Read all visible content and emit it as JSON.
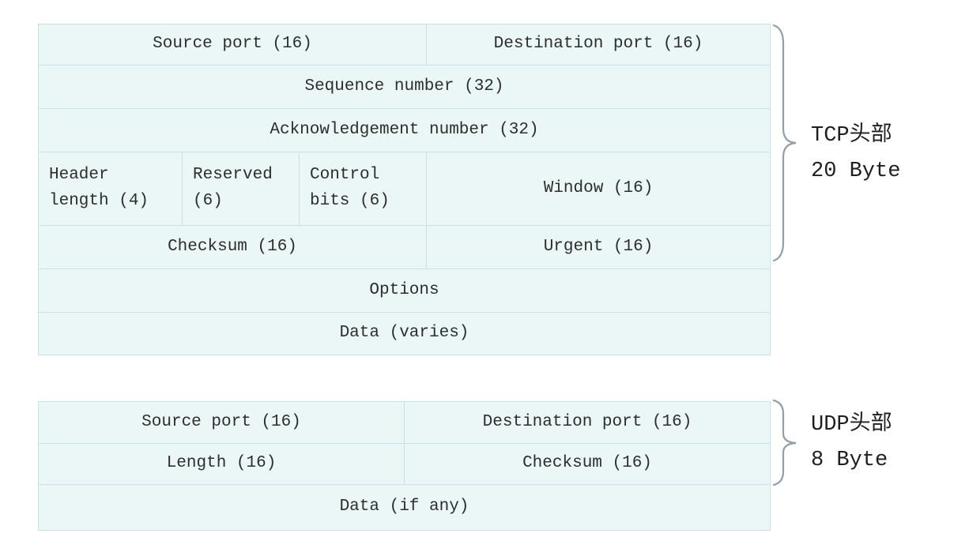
{
  "colors": {
    "page_bg": "#ffffff",
    "cell_bg": "#ebf7f7",
    "grid_line": "#c9e2e8",
    "text": "#2d2d2d",
    "brace": "#8fa0a6",
    "label_text": "#1f1f1f"
  },
  "tcp": {
    "rows": [
      {
        "cells": [
          "Source port (16)",
          "Destination port (16)"
        ]
      },
      {
        "cells": [
          "Sequence number (32)"
        ]
      },
      {
        "cells": [
          "Acknowledgement number (32)"
        ]
      },
      {
        "cells": [
          "Header length (4)",
          "Reserved (6)",
          "Control bits (6)",
          "Window (16)"
        ]
      },
      {
        "cells": [
          "Checksum (16)",
          "Urgent (16)"
        ]
      },
      {
        "cells": [
          "Options"
        ]
      },
      {
        "cells": [
          "Data (varies)"
        ]
      }
    ],
    "brace_label_line1": "TCP头部",
    "brace_label_line2": "20 Byte"
  },
  "udp": {
    "rows": [
      {
        "cells": [
          "Source port (16)",
          "Destination port (16)"
        ]
      },
      {
        "cells": [
          "Length (16)",
          "Checksum (16)"
        ]
      },
      {
        "cells": [
          "Data (if any)"
        ]
      }
    ],
    "brace_label_line1": "UDP头部",
    "brace_label_line2": "8 Byte"
  }
}
